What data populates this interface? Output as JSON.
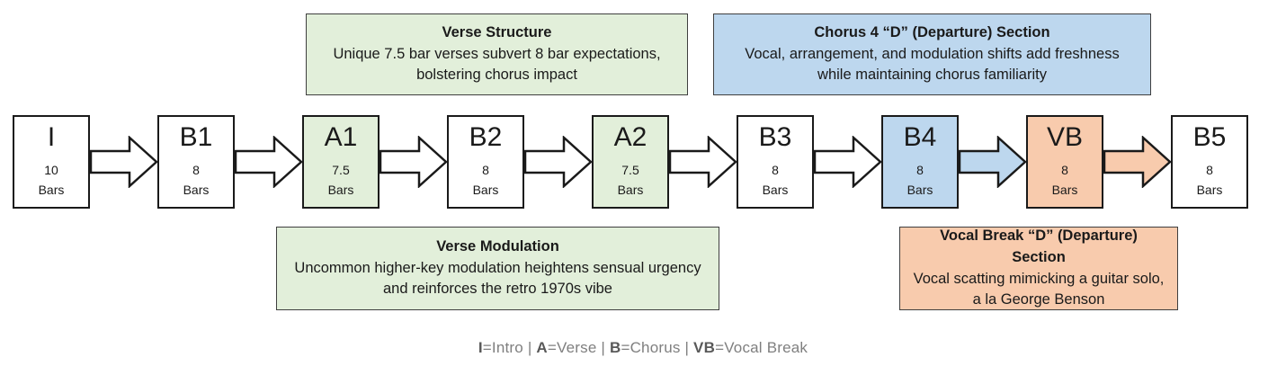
{
  "callouts": {
    "verse_structure": {
      "title": "Verse Structure",
      "body": "Unique 7.5 bar verses subvert 8 bar expectations, bolstering chorus impact",
      "bg": "#e2efda"
    },
    "chorus_4": {
      "title": "Chorus 4 “D” (Departure) Section",
      "body": "Vocal, arrangement, and modulation shifts add freshness while maintaining chorus familiarity",
      "bg": "#bdd7ee"
    },
    "verse_modulation": {
      "title": "Verse Modulation",
      "body": "Uncommon higher-key modulation heightens sensual urgency and reinforces the retro 1970s vibe",
      "bg": "#e2efda"
    },
    "vocal_break": {
      "title": "Vocal Break “D” (Departure) Section",
      "body": "Vocal scatting mimicking a guitar solo, a la George Benson",
      "bg": "#f8cbad"
    }
  },
  "flow": {
    "nodes": [
      {
        "label": "I",
        "bars": "10",
        "unit": "Bars",
        "color": "#ffffff"
      },
      {
        "label": "B1",
        "bars": "8",
        "unit": "Bars",
        "color": "#ffffff"
      },
      {
        "label": "A1",
        "bars": "7.5",
        "unit": "Bars",
        "color": "#e2efda"
      },
      {
        "label": "B2",
        "bars": "8",
        "unit": "Bars",
        "color": "#ffffff"
      },
      {
        "label": "A2",
        "bars": "7.5",
        "unit": "Bars",
        "color": "#e2efda"
      },
      {
        "label": "B3",
        "bars": "8",
        "unit": "Bars",
        "color": "#ffffff"
      },
      {
        "label": "B4",
        "bars": "8",
        "unit": "Bars",
        "color": "#bdd7ee"
      },
      {
        "label": "VB",
        "bars": "8",
        "unit": "Bars",
        "color": "#f8cbad"
      },
      {
        "label": "B5",
        "bars": "8",
        "unit": "Bars",
        "color": "#ffffff"
      }
    ],
    "arrows": [
      {
        "color": "#ffffff"
      },
      {
        "color": "#ffffff"
      },
      {
        "color": "#ffffff"
      },
      {
        "color": "#ffffff"
      },
      {
        "color": "#ffffff"
      },
      {
        "color": "#ffffff"
      },
      {
        "color": "#bdd7ee"
      },
      {
        "color": "#f8cbad"
      }
    ]
  },
  "legend": {
    "items": [
      {
        "key": "I",
        "rest": "=Intro | "
      },
      {
        "key": "A",
        "rest": "=Verse | "
      },
      {
        "key": "B",
        "rest": "=Chorus | "
      },
      {
        "key": "VB",
        "rest": "=Vocal Break"
      }
    ]
  }
}
